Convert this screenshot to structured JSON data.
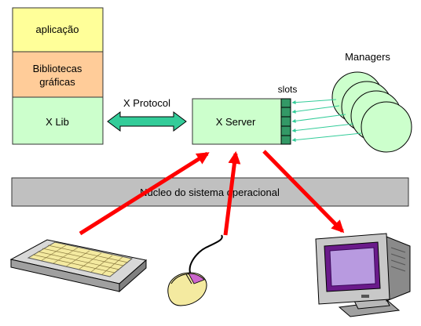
{
  "stack": {
    "app_label": "aplicação",
    "graphics_line1": "Bibliotecas",
    "graphics_line2": "gráficas",
    "xlib_label": "X Lib"
  },
  "protocol_label": "X Protocol",
  "server_label": "X Server",
  "slots_label": "slots",
  "managers_label": "Managers",
  "kernel_label": "Núcleo do sistema operacional",
  "colors": {
    "app_fill": "#ffff99",
    "graphics_fill": "#ffcc99",
    "xlib_fill": "#ccffcc",
    "server_fill": "#ccffcc",
    "slot_fill": "#339966",
    "protocol_arrow": "#33cc99",
    "manager_fill": "#ccffcc",
    "manager_arrow": "#33cc99",
    "kernel_fill": "#c0c0c0",
    "red_arrow": "#ff0000"
  },
  "icons": {
    "keyboard": "keyboard-icon",
    "mouse": "mouse-icon",
    "monitor": "monitor-icon"
  }
}
